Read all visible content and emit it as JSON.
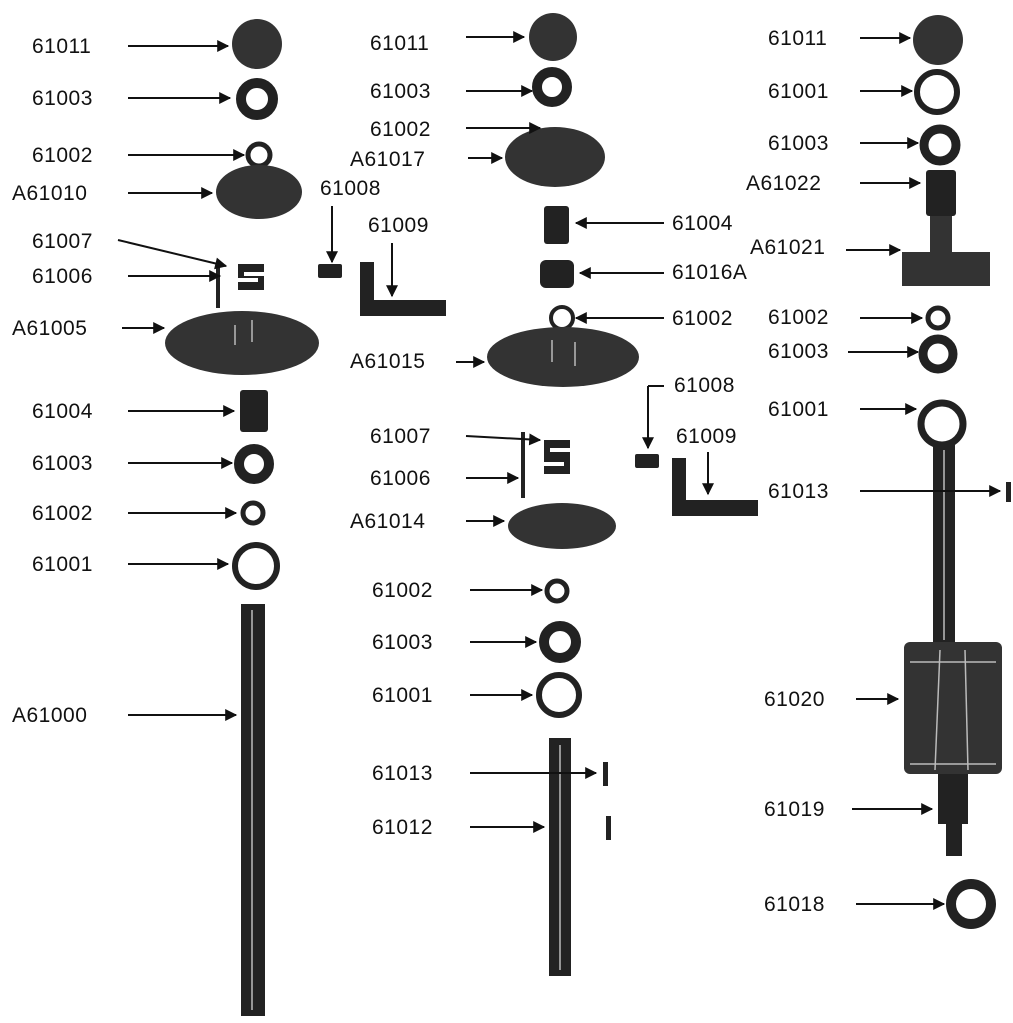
{
  "diagram": {
    "columns": [
      {
        "name": "left",
        "labels": [
          "61011",
          "61003",
          "61002",
          "A61010",
          "61008",
          "61009",
          "61007",
          "61006",
          "A61005",
          "61004",
          "61003",
          "61002",
          "61001",
          "A61000"
        ]
      },
      {
        "name": "middle",
        "labels": [
          "61011",
          "61003",
          "61002",
          "A61017",
          "61004",
          "61016A",
          "61002",
          "A61015",
          "61008",
          "61009",
          "61007",
          "61006",
          "A61014",
          "61002",
          "61003",
          "61001",
          "61013",
          "61012"
        ]
      },
      {
        "name": "right",
        "labels": [
          "61011",
          "61001",
          "61003",
          "A61022",
          "A61021",
          "61002",
          "61003",
          "61001",
          "61013",
          "61020",
          "61019",
          "61018"
        ]
      }
    ]
  }
}
